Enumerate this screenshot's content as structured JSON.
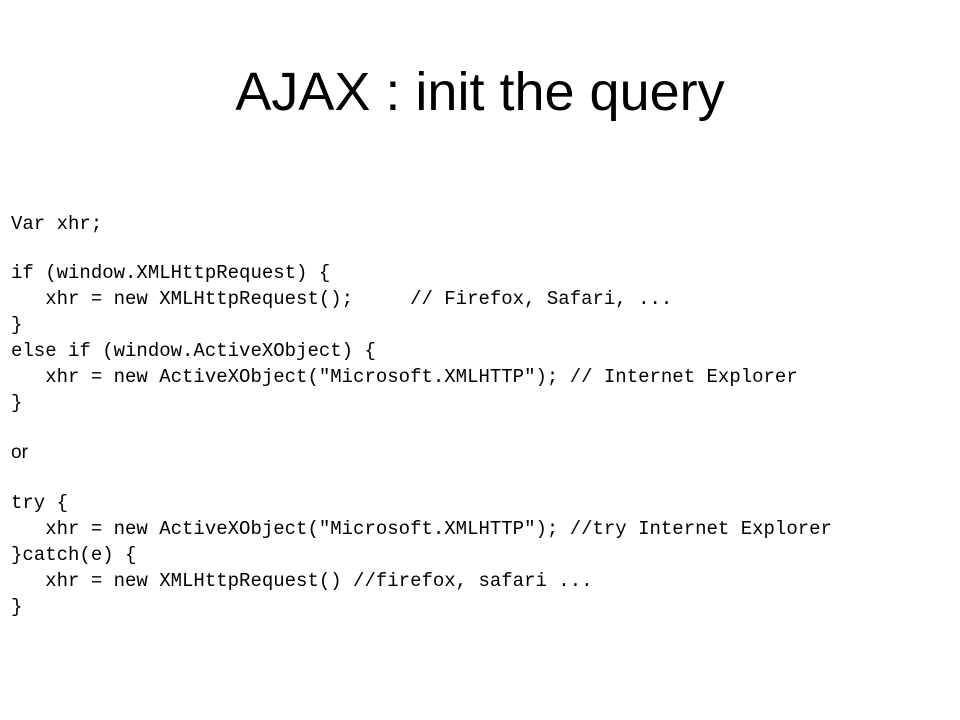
{
  "slide": {
    "title": "AJAX : init the query",
    "block1": [
      "Var xhr;",
      "if (window.XMLHttpRequest) {",
      "   xhr = new XMLHttpRequest();     // Firefox, Safari, ...",
      "}",
      "else if (window.ActiveXObject) {",
      "   xhr = new ActiveXObject(\"Microsoft.XMLHTTP\"); // Internet Explorer",
      "}"
    ],
    "separator": "or",
    "block2": [
      "try {",
      "   xhr = new ActiveXObject(\"Microsoft.XMLHTTP\"); //try Internet Explorer",
      "}catch(e) {",
      "   xhr = new XMLHttpRequest() //firefox, safari ...",
      "}"
    ]
  }
}
